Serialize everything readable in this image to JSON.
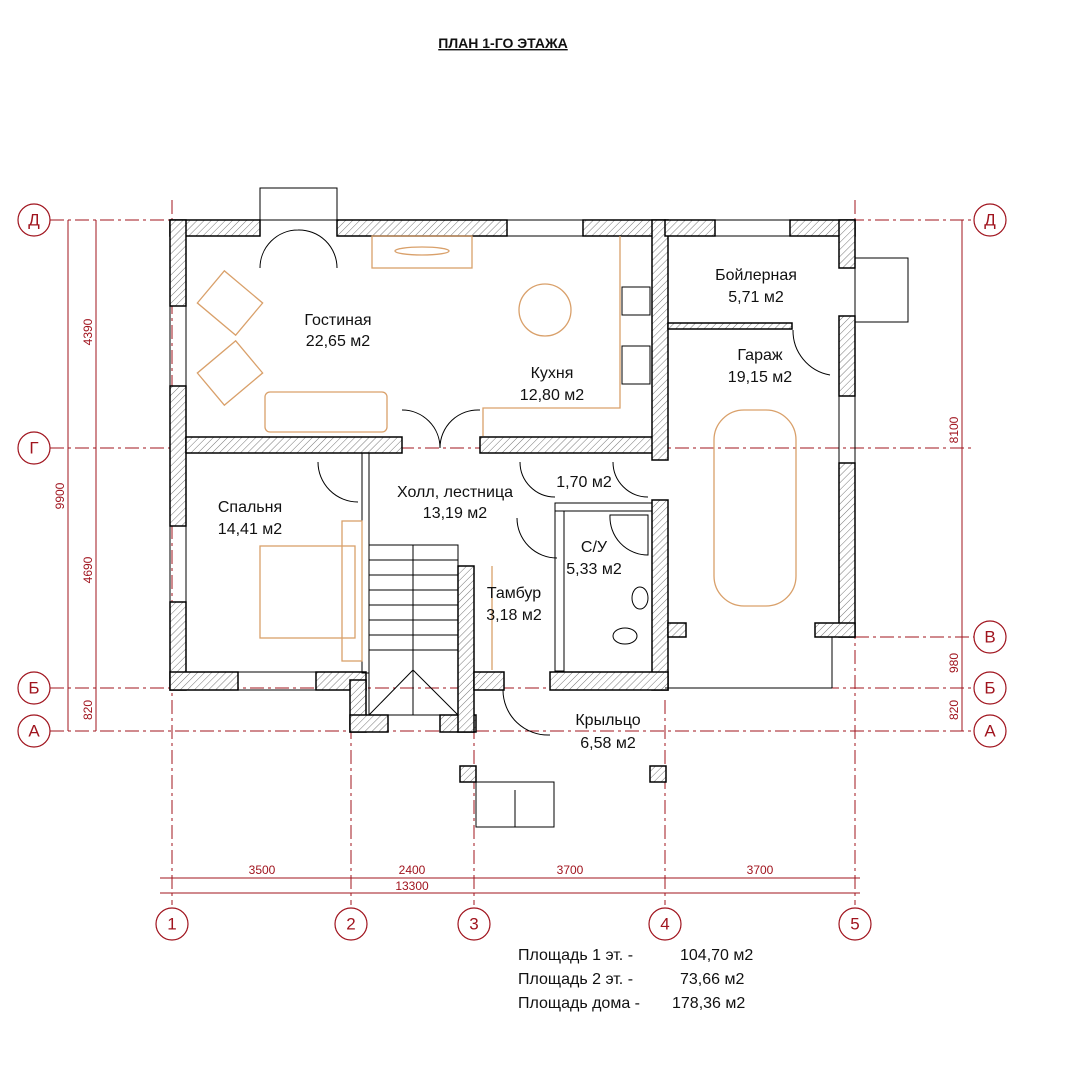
{
  "title": "ПЛАН  1-ГО ЭТАЖА",
  "rooms": [
    {
      "name": "Гостиная",
      "area": "22,65 м2"
    },
    {
      "name": "Кухня",
      "area": "12,80 м2"
    },
    {
      "name": "Бойлерная",
      "area": "5,71 м2"
    },
    {
      "name": "Гараж",
      "area": "19,15 м2"
    },
    {
      "name": "Спальня",
      "area": "14,41 м2"
    },
    {
      "name": "Холл, лестница",
      "area": "13,19 м2"
    },
    {
      "name": "",
      "area": "1,70 м2"
    },
    {
      "name": "С/У",
      "area": "5,33 м2"
    },
    {
      "name": "Тамбур",
      "area": "3,18 м2"
    },
    {
      "name": "Крыльцо",
      "area": "6,58 м2"
    }
  ],
  "axes": {
    "rows": [
      "Д",
      "Г",
      "В",
      "Б",
      "А"
    ],
    "cols": [
      "1",
      "2",
      "3",
      "4",
      "5"
    ]
  },
  "dimensions": {
    "left": [
      "4390",
      "4690",
      "820",
      "9900"
    ],
    "right": [
      "8100",
      "980",
      "820"
    ],
    "bottom": [
      "3500",
      "2400",
      "3700",
      "3700"
    ],
    "bottom_total": "13300"
  },
  "totals": [
    {
      "label": "Площадь 1 эт.  -",
      "value": "104,70 м2"
    },
    {
      "label": "Площадь 2 эт.  -",
      "value": "73,66 м2"
    },
    {
      "label": "Площадь дома  -",
      "value": "178,36 м2"
    }
  ],
  "colors": {
    "axis": "#a0141e",
    "furniture": "#d9a06a"
  }
}
